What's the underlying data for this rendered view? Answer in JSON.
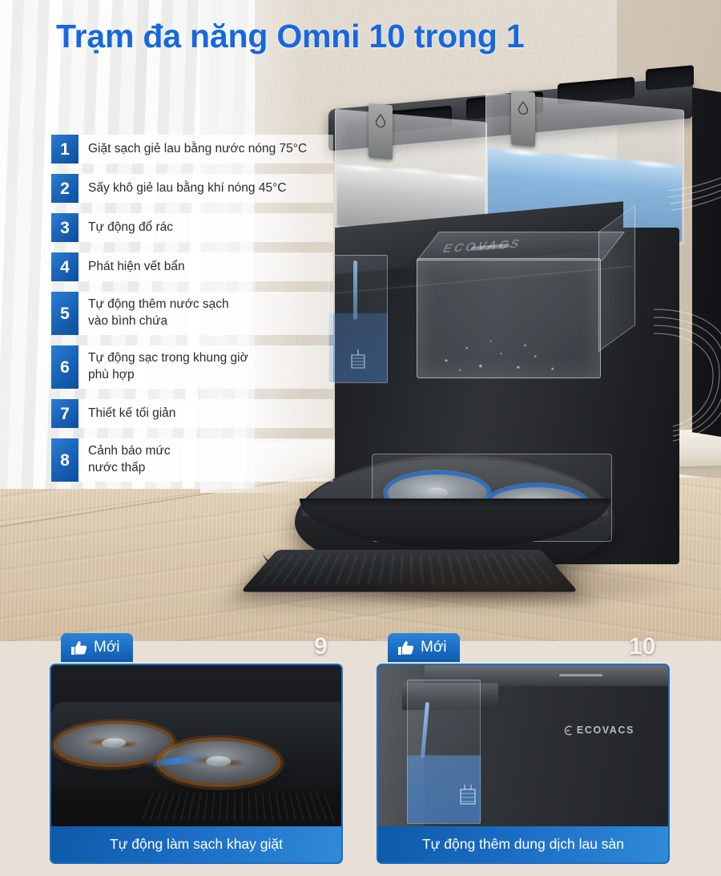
{
  "title": "Trạm đa năng Omni 10 trong 1",
  "brand": "ECOVACS",
  "colors": {
    "title_blue": "#1668dd",
    "badge_blue_light": "#2a7fd4",
    "badge_blue_dark": "#0b4f9e",
    "caption_blue": "#1a6cc4",
    "card_border": "#1a6fc4",
    "tank_water_blue": "#78b0e2",
    "mop_rim_blue": "#2f6fc4"
  },
  "features": [
    {
      "num": "1",
      "text": "Giặt sạch giẻ lau bằng nước nóng 75°C"
    },
    {
      "num": "2",
      "text": "Sấy khô giẻ lau bằng khí nóng 45°C"
    },
    {
      "num": "3",
      "text": "Tự động đổ rác"
    },
    {
      "num": "4",
      "text": "Phát hiện vết bẩn"
    },
    {
      "num": "5",
      "text": "Tự động thêm nước sạch\nvào bình chứa"
    },
    {
      "num": "6",
      "text": "Tự động sạc trong khung giờ\nphù hợp"
    },
    {
      "num": "7",
      "text": "Thiết kế tối giản"
    },
    {
      "num": "8",
      "text": "Cảnh báo mức\nnước thấp"
    }
  ],
  "cards": [
    {
      "badge": "Mới",
      "number": "9",
      "caption": "Tự động làm sạch khay giặt",
      "icon": "thumbs-up-icon"
    },
    {
      "badge": "Mới",
      "number": "10",
      "caption": "Tự động thêm dung dịch lau sàn",
      "icon": "thumbs-up-icon"
    }
  ],
  "product": {
    "tank_left_icon": "water-drop-icon",
    "tank_right_icon": "water-drop-icon",
    "chamber_brand": "ECOVACS"
  }
}
